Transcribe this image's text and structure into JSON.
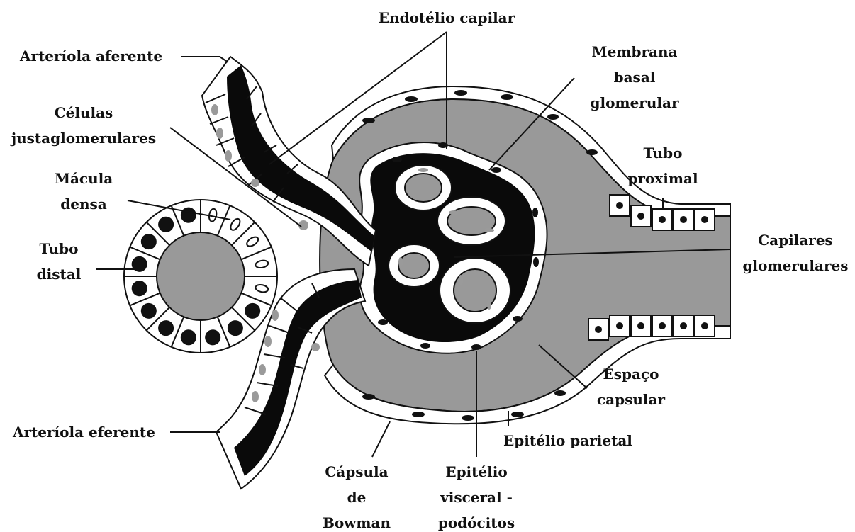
{
  "labels": {
    "endotelio": "Endotélio capilar",
    "arteriola_aferente": "Arteríola aferente",
    "membrana_1": "Membrana",
    "membrana_2": "basal",
    "membrana_3": "glomerular",
    "celulas_1": "Células",
    "celulas_2": "justaglomerulares",
    "tubo_proximal_1": "Tubo",
    "tubo_proximal_2": "proximal",
    "macula_1": "Mácula",
    "macula_2": "densa",
    "tubo_distal_1": "Tubo",
    "tubo_distal_2": "distal",
    "capilares_1": "Capilares",
    "capilares_2": "glomerulares",
    "espaco_1": "Espaço",
    "espaco_2": "capsular",
    "arteriola_eferente": "Arteríola eferente",
    "epitelio_parietal": "Epitélio parietal",
    "capsula_1": "Cápsula",
    "capsula_2": "de",
    "capsula_3": "Bowman",
    "visceral_1": "Epitélio",
    "visceral_2": "visceral -",
    "visceral_3": "podócitos"
  },
  "colors": {
    "lumen_blood": "#0a0a0a",
    "capsular_space": "#999999",
    "cell": "#ffffff",
    "nucleus_light": "#9a9a9a",
    "nucleus_dark": "#111111",
    "outline": "#111111"
  }
}
